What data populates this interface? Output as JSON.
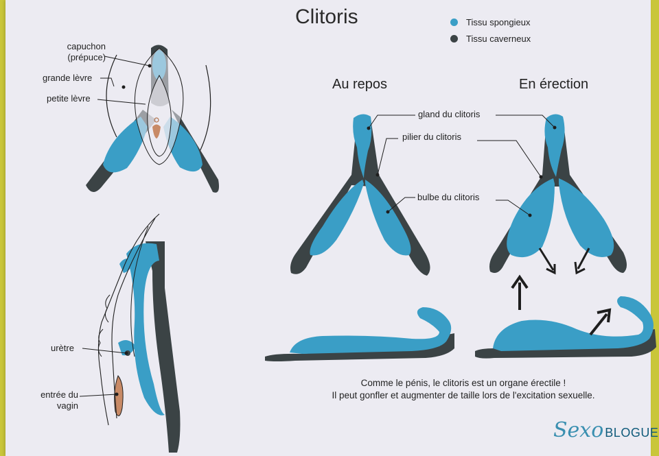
{
  "title": "Clitoris",
  "legend": [
    {
      "label": "Tissu spongieux",
      "color": "#3a9ec6"
    },
    {
      "label": "Tissu caverneux",
      "color": "#3b4345"
    }
  ],
  "colors": {
    "spongy": "#3a9ec6",
    "cavernous": "#3b4345",
    "outline": "#1e1e1e",
    "card": "#ecebf2"
  },
  "vulva_labels": {
    "hood": "capuchon\n(prépuce)",
    "labia_majora": "grande lèvre",
    "labia_minora": "petite lèvre"
  },
  "side_labels": {
    "urethra": "urètre",
    "vagina": "entrée du\nvagin"
  },
  "states": {
    "rest": "Au repos",
    "erection": "En érection"
  },
  "anatomy_labels": {
    "glans": "gland du clitoris",
    "crus": "pilier du clitoris",
    "bulb": "bulbe du clitoris"
  },
  "caption": [
    "Comme le pénis, le clitoris est un organe érectile !",
    "Il peut gonfler et augmenter de taille lors de l'excitation sexuelle."
  ],
  "brand": {
    "script": "Sexo",
    "text": "BLOGUE."
  }
}
